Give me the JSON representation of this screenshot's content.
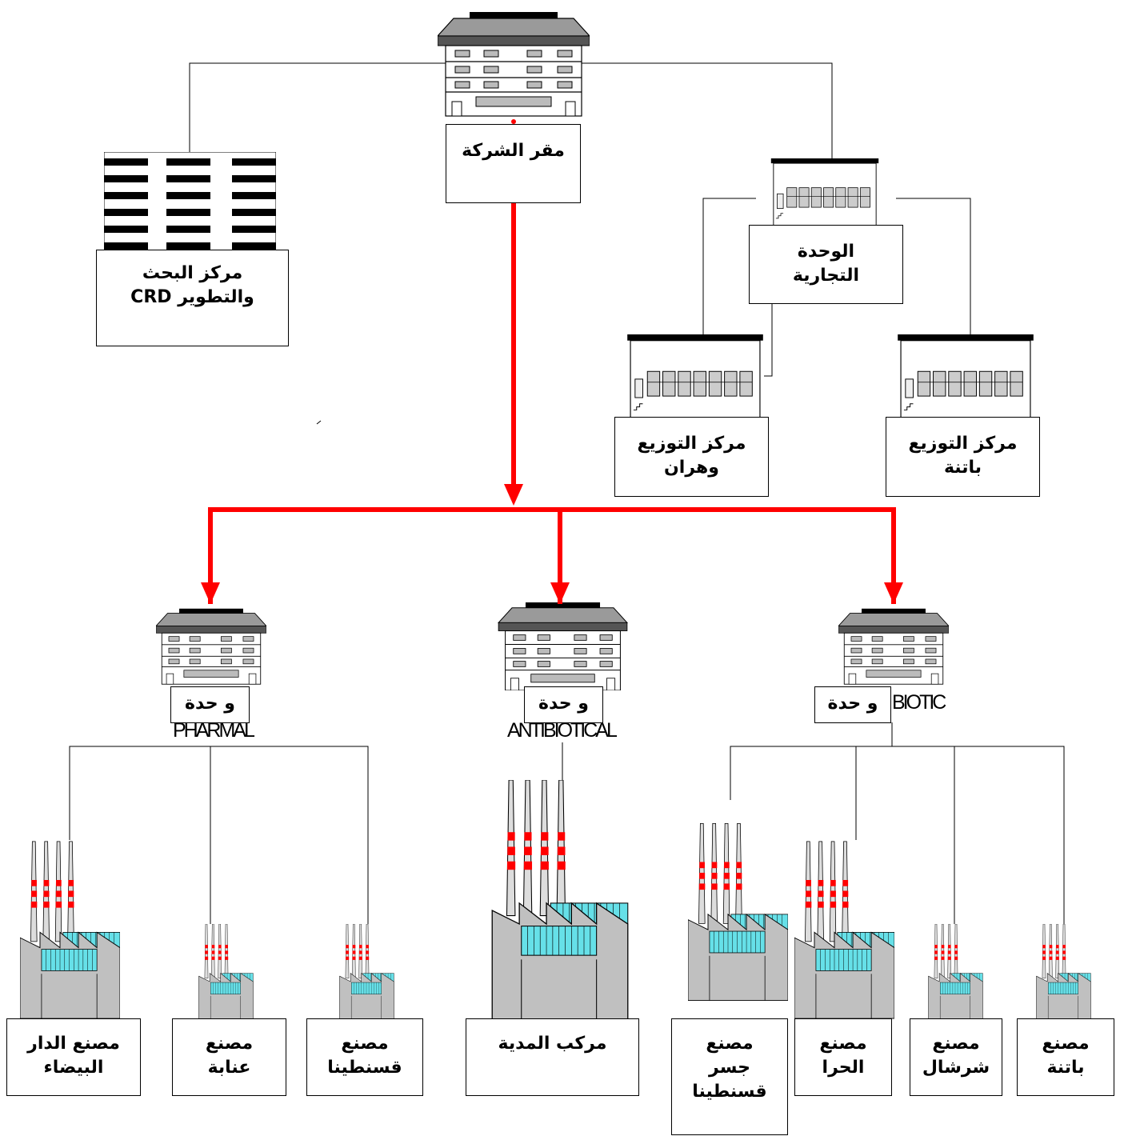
{
  "headquarters": {
    "label": "مقر الشركة"
  },
  "research_center": {
    "line1": "مركز البحث",
    "line2": "والتطوير CRD"
  },
  "commercial_unit": {
    "line1": "الوحدة",
    "line2": "التجارية"
  },
  "distribution_centers": [
    {
      "line1": "مركز التوزيع",
      "line2": "وهران"
    },
    {
      "line1": "مركز التوزيع",
      "line2": "باتنة"
    }
  ],
  "units": [
    {
      "box_label": "و حدة",
      "name": "PHARMAL"
    },
    {
      "box_label": "و حدة",
      "name": "ANTIBIOTICAL"
    },
    {
      "box_label": "و حدة",
      "name": "BIOTIC"
    }
  ],
  "factories": [
    {
      "lines": [
        "مصنع الدار",
        "البيضاء"
      ]
    },
    {
      "lines": [
        "مصنع",
        "عنابة"
      ]
    },
    {
      "lines": [
        "مصنع",
        "قسنطينا"
      ]
    },
    {
      "lines": [
        "مركب المدية"
      ]
    },
    {
      "lines": [
        "مصنع",
        "جسر",
        "قسنطينا"
      ]
    },
    {
      "lines": [
        "مصنع",
        "الحرا"
      ]
    },
    {
      "lines": [
        "مصنع",
        "شرشال"
      ]
    },
    {
      "lines": [
        "مصنع",
        "باتنة"
      ]
    }
  ],
  "colors": {
    "arrow": "#ff0000",
    "roof": "#a6a6a6",
    "glass": "#66e0e8",
    "wall": "#c0c0c0",
    "window": "#b0b0b0"
  }
}
